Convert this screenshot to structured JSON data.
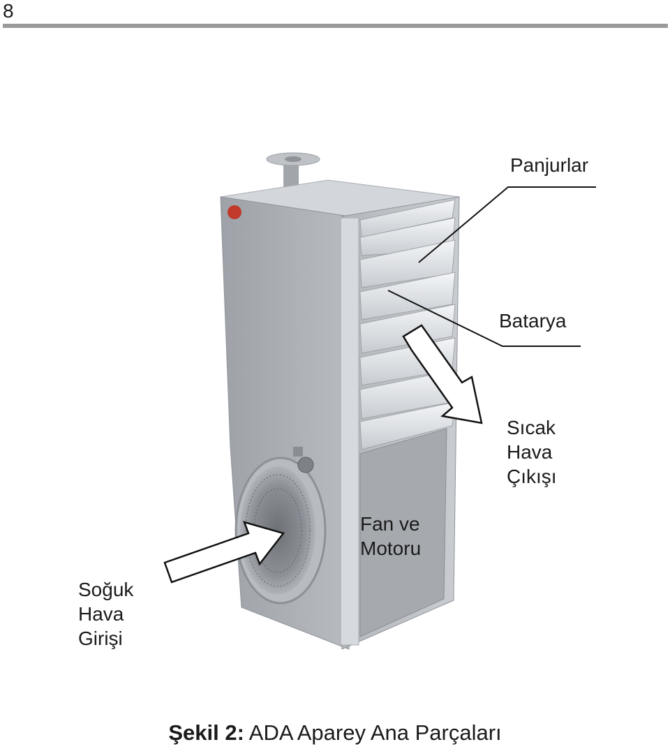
{
  "page": {
    "number": "8"
  },
  "figure": {
    "labels": {
      "louvers": "Panjurlar",
      "coil": "Batarya",
      "hot_air_outlet": "Sıcak\n Hava\nÇıkışı",
      "fan_motor": "Fan ve\nMotoru",
      "cold_air_inlet": "Soğuk\nHava\nGirişi"
    },
    "colors": {
      "body": "#a9adb3",
      "louver": "#e9ecef",
      "frame": "#c8ccd1",
      "badge": "#c0392b"
    }
  },
  "caption": {
    "prefix": "Şekil 2:",
    "text": " ADA Aparey Ana Parçaları"
  }
}
